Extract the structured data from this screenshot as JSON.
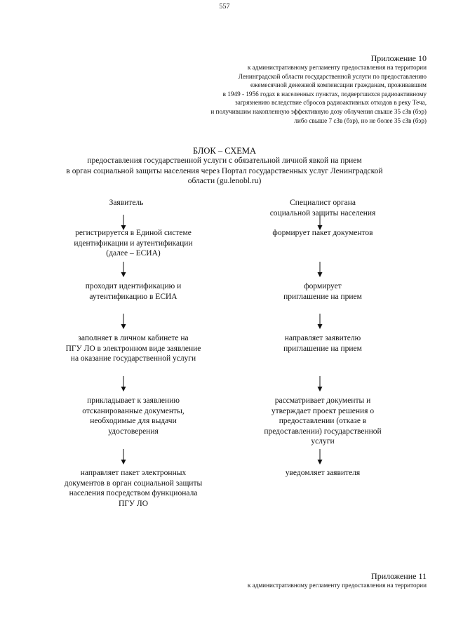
{
  "page_number": "557",
  "appendix_10": {
    "title": "Приложение 10",
    "lines": [
      "к административному регламенту предоставления на территории",
      "Ленинградской области государственной услуги  по  предоставлению",
      "ежемесячной денежной компенсации  гражданам, проживавшим",
      "в 1949 - 1956 годах  в населенных пунктах, подвергшихся радиоактивному",
      "загрязнению вследствие сбросов радиоактивных отходов в реку Теча,",
      "и получившим накопленную эффективную дозу облучения  свыше 35 сЗв (бэр)",
      "либо свыше 7 сЗв (бэр), но не более 35 сЗв (бэр)"
    ]
  },
  "scheme": {
    "title": "БЛОК – СХЕМА",
    "subtitle_lines": [
      "предоставления государственной услуги с  обязательной личной явкой на прием",
      "в орган социальной защиты населения через Портал государственных услуг Ленинградской",
      "области (gu.lenobl.ru)"
    ]
  },
  "left_column": {
    "heading": "Заявитель",
    "steps": [
      [
        "регистрируется в Единой системе",
        "идентификации и аутентификации",
        "(далее – ЕСИА)"
      ],
      [
        "проходит идентификацию и",
        "аутентификацию в ЕСИА"
      ],
      [
        "заполняет в личном кабинете на",
        "ПГУ ЛО в электронном виде заявление",
        "на оказание государственной услуги"
      ],
      [
        "прикладывает  к заявлению",
        "отсканированные документы,",
        "необходимые для выдачи",
        "удостоверения"
      ],
      [
        "направляет пакет электронных",
        "документов в орган социальной защиты",
        "населения посредством функционала",
        "ПГУ ЛО"
      ]
    ]
  },
  "right_column": {
    "heading_lines": [
      "Специалист органа",
      "социальной защиты населения"
    ],
    "steps": [
      [
        "формирует пакет документов"
      ],
      [
        "формирует",
        "приглашение на прием"
      ],
      [
        "направляет заявителю",
        "приглашение на прием"
      ],
      [
        "рассматривает документы и",
        "утверждает проект решения о",
        "предоставлении (отказе в",
        "предоставлении) государственной",
        "услуги"
      ],
      [
        "уведомляет заявителя"
      ]
    ]
  },
  "appendix_11": {
    "title": "Приложение 11",
    "lines": [
      "к административному регламенту предоставления на территории"
    ]
  }
}
